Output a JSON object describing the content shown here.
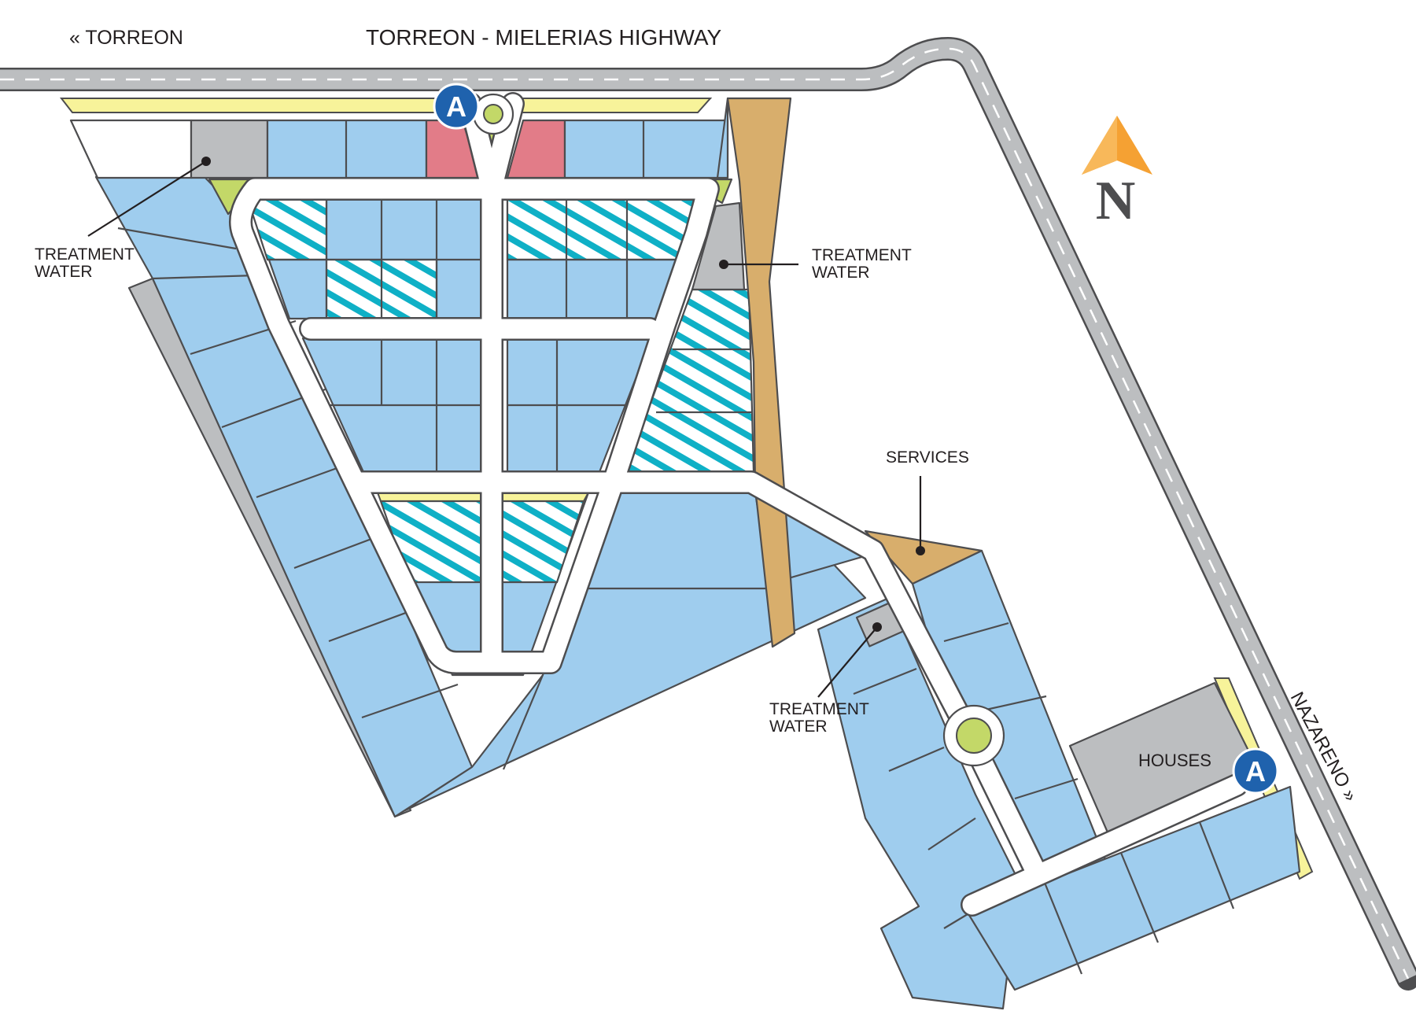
{
  "map": {
    "highway_label": "TORREON - MIELERIAS HIGHWAY",
    "west_label": "« TORREON",
    "east_label": "NAZARENO »",
    "north_letter": "N",
    "access_letter": "A",
    "labels": {
      "treatment_water_line1": "TREATMENT",
      "treatment_water_line2": "WATER",
      "services": "SERVICES",
      "houses": "HOUSES"
    },
    "colors": {
      "lot": "#9fcdee",
      "outline": "#4d4d4f",
      "road": "#bcbec0",
      "internal_road": "#ffffff",
      "treatment_water": "#bcbec0",
      "services": "#d8ae6c",
      "green_area": "#c3d868",
      "commercial": "#e27c88",
      "buffer_strip": "#f7f39a",
      "hatch": "#0fb0c6",
      "access_marker": "#1f62ad",
      "north_arrow": "#f5a133",
      "north_letter": "#4d4d4f"
    },
    "icons": [
      "north-arrow-icon",
      "access-a-icon"
    ]
  }
}
